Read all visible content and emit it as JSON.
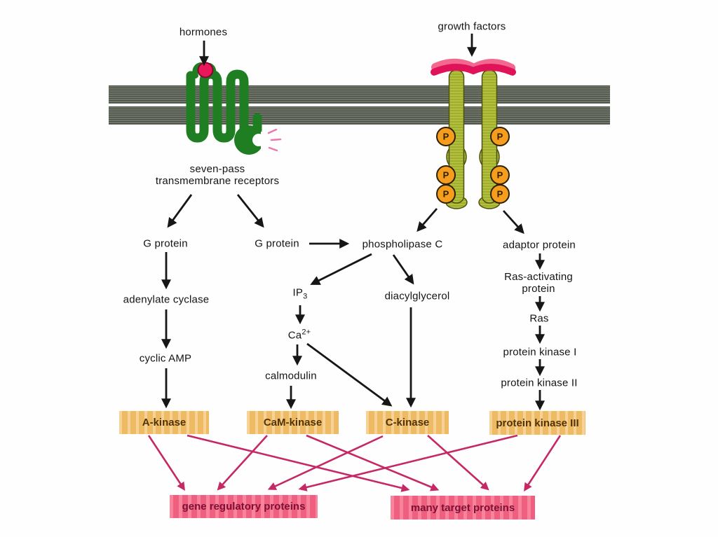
{
  "diagram": {
    "top_labels": {
      "hormones": "hormones",
      "growth_factors": "growth factors"
    },
    "receptor_caption": "seven-pass\ntransmembrane receptors",
    "nodes": {
      "g_protein_left": "G protein",
      "g_protein_mid": "G protein",
      "phospholipase_c": "phospholipase C",
      "adaptor_protein": "adaptor protein",
      "adenylate_cyclase": "adenylate cyclase",
      "ip3_base": "IP",
      "ip3_sub": "3",
      "diacylglycerol": "diacylglycerol",
      "ras_activating_protein": "Ras-activating\nprotein",
      "cyclic_amp": "cyclic AMP",
      "ca_base": "Ca",
      "ca_sup": "2+",
      "ras": "Ras",
      "calmodulin": "calmodulin",
      "protein_kinase_1": "protein kinase I",
      "protein_kinase_2": "protein kinase II"
    },
    "kinase_boxes": [
      "A-kinase",
      "CaM-kinase",
      "C-kinase",
      "protein kinase III"
    ],
    "target_boxes": [
      "gene regulatory proteins",
      "many target proteins"
    ],
    "phosphate_label": "P",
    "colors": {
      "black_arrow": "#161616",
      "pink_arrow": "#c62765",
      "membrane_gray": "#5d6257",
      "receptor_green": "#1f7d22",
      "hormone_pink": "#e81759",
      "growth_factor_crimson": "#e0125a",
      "stalk_olive": "#b2c03d",
      "phosphate_orange": "#f79d1e",
      "kinase_box_orange": "#f2c47c",
      "target_box_pink": "#f4718e"
    }
  }
}
